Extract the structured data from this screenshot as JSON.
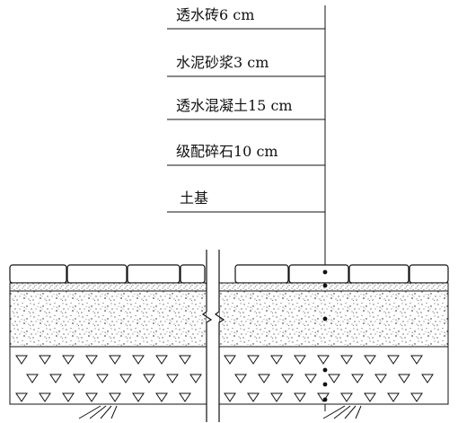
{
  "diagram": {
    "labels": [
      "透水砖6 cm",
      "水泥砂浆3 cm",
      "透水混凝土15 cm",
      "级配碎石10 cm",
      "土基"
    ],
    "colors": {
      "line": "#111111",
      "background": "#ffffff"
    }
  }
}
